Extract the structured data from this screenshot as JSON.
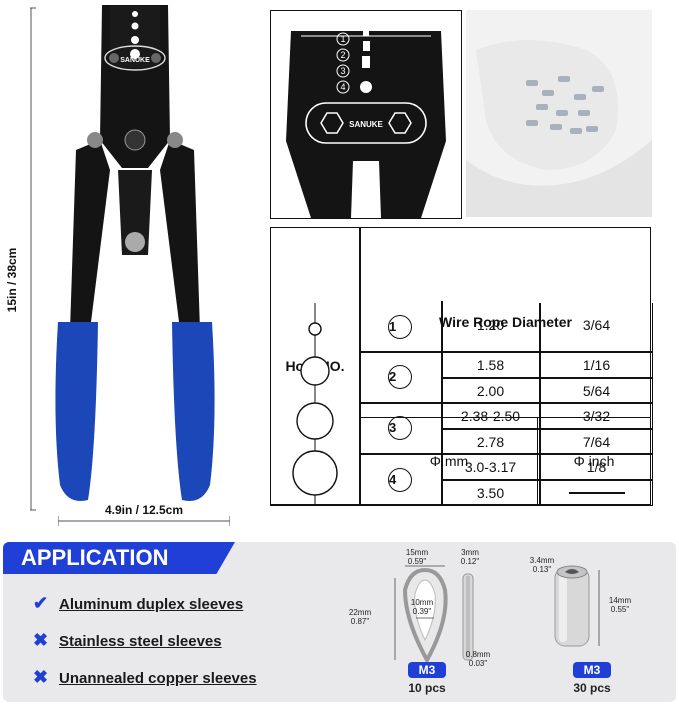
{
  "measure": {
    "height": "15in / 38cm",
    "width": "4.9in / 12.5cm"
  },
  "tool": {
    "brand": "SANUKE"
  },
  "table": {
    "hole_header": "Hole NO.",
    "wire_header": "Wire Rope Diameter",
    "mm_header": "Φ mm",
    "inch_header": "Φ inch",
    "holes": [
      {
        "number": "1",
        "rows": [
          {
            "mm": "1.20",
            "inch": "3/64"
          }
        ]
      },
      {
        "number": "2",
        "rows": [
          {
            "mm": "1.58",
            "inch": "1/16"
          },
          {
            "mm": "2.00",
            "inch": "5/64"
          }
        ]
      },
      {
        "number": "3",
        "rows": [
          {
            "mm": "2.38-2.50",
            "inch": "3/32"
          },
          {
            "mm": "2.78",
            "inch": "7/64"
          }
        ]
      },
      {
        "number": "4",
        "rows": [
          {
            "mm": "3.0-3.17",
            "inch": "1/8"
          },
          {
            "mm": "3.50",
            "inch": ""
          }
        ]
      }
    ]
  },
  "application": {
    "title": "APPLICATION",
    "items": [
      {
        "mark": "✔",
        "label": "Aluminum duplex sleeves"
      },
      {
        "mark": "✖",
        "label": "Stainless steel sleeves"
      },
      {
        "mark": "✖",
        "label": "Unannealed copper sleeves"
      }
    ]
  },
  "thimble": {
    "width_mm": "15mm",
    "width_in": "0.59\"",
    "groove_mm": "3mm",
    "groove_in": "0.12\"",
    "height_mm": "22mm",
    "height_in": "0.87\"",
    "inner_mm": "10mm",
    "inner_in": "0.39\"",
    "thick_mm": "0.8mm",
    "thick_in": "0.03\"",
    "size": "M3",
    "qty": "10 pcs"
  },
  "sleeve": {
    "dia_mm": "3.4mm",
    "dia_in": "0.13\"",
    "len_mm": "14mm",
    "len_in": "0.55\"",
    "size": "M3",
    "qty": "30 pcs"
  },
  "colors": {
    "accent": "#1f3fd6",
    "handle": "#1c47b8",
    "steel": "#111111"
  }
}
